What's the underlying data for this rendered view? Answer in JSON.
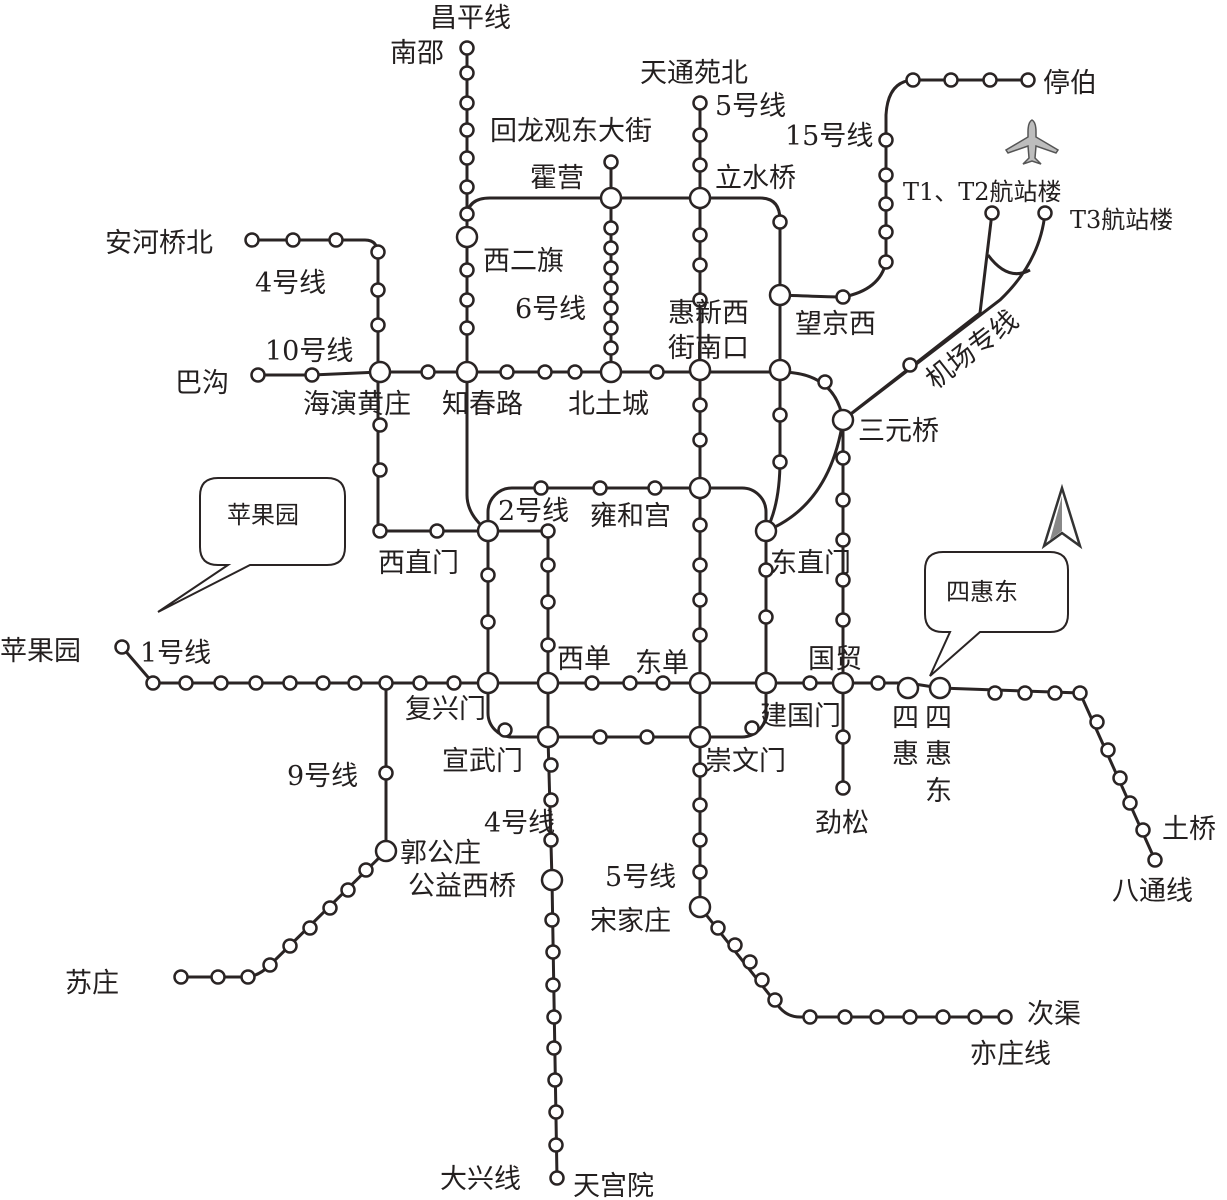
{
  "map": {
    "lines": {
      "changping": "昌平线",
      "line5_north": "5号线",
      "line15": "15号线",
      "line4_north": "4号线",
      "line6": "6号线",
      "line10": "10号线",
      "airport": "机场专线",
      "line2": "2号线",
      "line1": "1号线",
      "line9": "9号线",
      "line4_south": "4号线",
      "line5_south": "5号线",
      "batong": "八通线",
      "yizhuang": "亦庄线",
      "daxing": "大兴线"
    },
    "stations": {
      "nanshao": "南邵",
      "tiantongyuanbei": "天通苑北",
      "huilongguan": "回龙观东大街",
      "huoying": "霍营",
      "lishuiqiao": "立水桥",
      "tingbo": "停伯",
      "t1t2": "T1、T2航站楼",
      "t3": "T3航站楼",
      "anheqiaobei": "安河桥北",
      "xierqi": "西二旗",
      "huixinxi_1": "惠新西",
      "huixinxi_2": "街南口",
      "wangjingxi": "望京西",
      "bagou": "巴沟",
      "haidian": "海演黄庄",
      "zhichunlu": "知春路",
      "beitucheng": "北土城",
      "sanyuanqiao": "三元桥",
      "yonghegong": "雍和宫",
      "dongzhimen": "东直门",
      "xizhimen": "西直门",
      "pingguoyuan": "苹果园",
      "xidan": "西单",
      "dongdan": "东单",
      "guomao": "国贸",
      "fuxingmen": "复兴门",
      "jianguomen": "建国门",
      "xuanwumen": "宣武门",
      "chongwenmen": "崇文门",
      "sihui_1": "四",
      "sihui_2": "惠",
      "sihuidong_1": "四",
      "sihuidong_2": "惠",
      "sihuidong_3": "东",
      "jinsong": "劲松",
      "guogongzhuang": "郭公庄",
      "gongyixiqiao": "公益西桥",
      "tuqiao": "土桥",
      "songjiazhuang": "宋家庄",
      "suzhuang": "苏庄",
      "ciqu": "次渠",
      "tiangongyuan": "天宫院"
    },
    "callouts": {
      "pingguoyuan": "苹果园",
      "sihuidong": "四惠东"
    },
    "icons": [
      "airplane-icon",
      "north-arrow-icon"
    ],
    "line_color": "#2a2424"
  }
}
